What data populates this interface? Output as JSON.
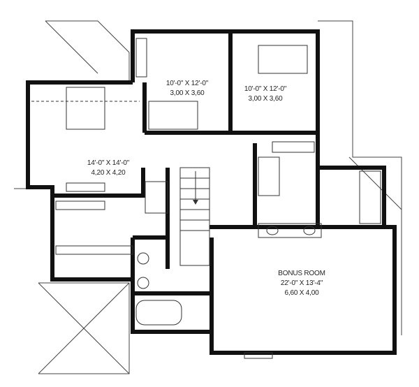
{
  "rooms": [
    {
      "name": "",
      "dim_imperial": "10'-0\" X 12'-0\"",
      "dim_metric": "3,00 X 3,60"
    },
    {
      "name": "",
      "dim_imperial": "10'-0\" X 12'-0\"",
      "dim_metric": "3,00 X 3,60"
    },
    {
      "name": "",
      "dim_imperial": "14'-0\" X 14'-0\"",
      "dim_metric": "4,20 X 4,20"
    },
    {
      "name": "BONUS ROOM",
      "dim_imperial": "22'-0\" X 13'-4\"",
      "dim_metric": "6,60 X 4,00"
    }
  ],
  "colors": {
    "wall": "#111111",
    "line": "#333333",
    "background": "#ffffff"
  }
}
